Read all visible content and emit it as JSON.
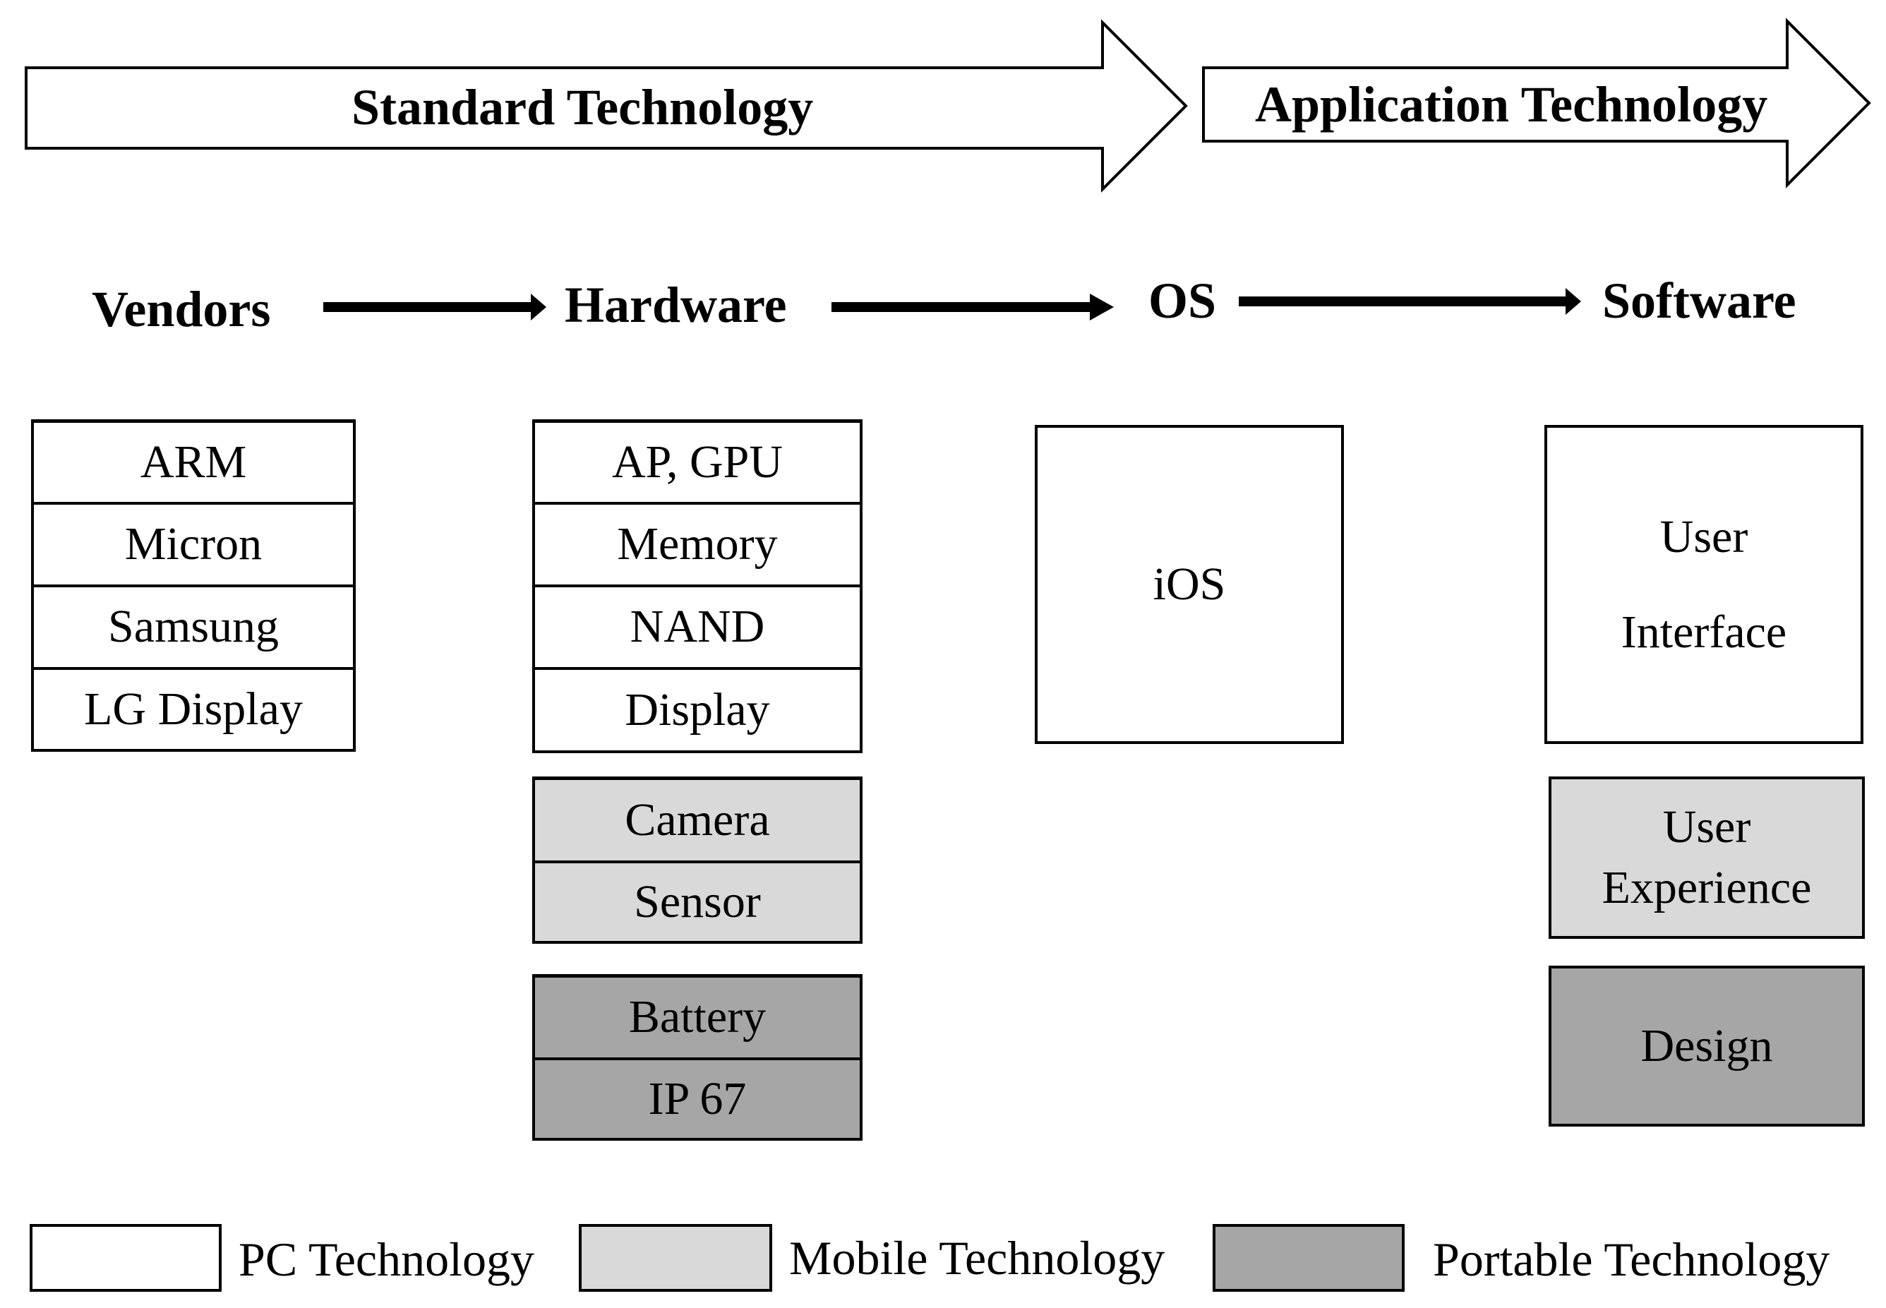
{
  "banner": {
    "standard": "Standard Technology",
    "application": "Application Technology"
  },
  "flow": {
    "vendors": "Vendors",
    "hardware": "Hardware",
    "os": "OS",
    "software": "Software"
  },
  "vendors": [
    "ARM",
    "Micron",
    "Samsung",
    "LG Display"
  ],
  "hardware": {
    "pc": [
      "AP, GPU",
      "Memory",
      "NAND",
      "Display"
    ],
    "mobile": [
      "Camera",
      "Sensor"
    ],
    "portable": [
      "Battery",
      "IP 67"
    ]
  },
  "os": {
    "pc": "iOS"
  },
  "software": {
    "pc": [
      "User",
      "Interface"
    ],
    "mobile": [
      "User",
      "Experience"
    ],
    "portable": "Design"
  },
  "legend": {
    "pc": "PC Technology",
    "mobile": "Mobile Technology",
    "portable": "Portable Technology"
  },
  "colors": {
    "pc": "#ffffff",
    "mobile": "#d9d9d9",
    "portable": "#a6a6a6",
    "outline": "#000000"
  }
}
